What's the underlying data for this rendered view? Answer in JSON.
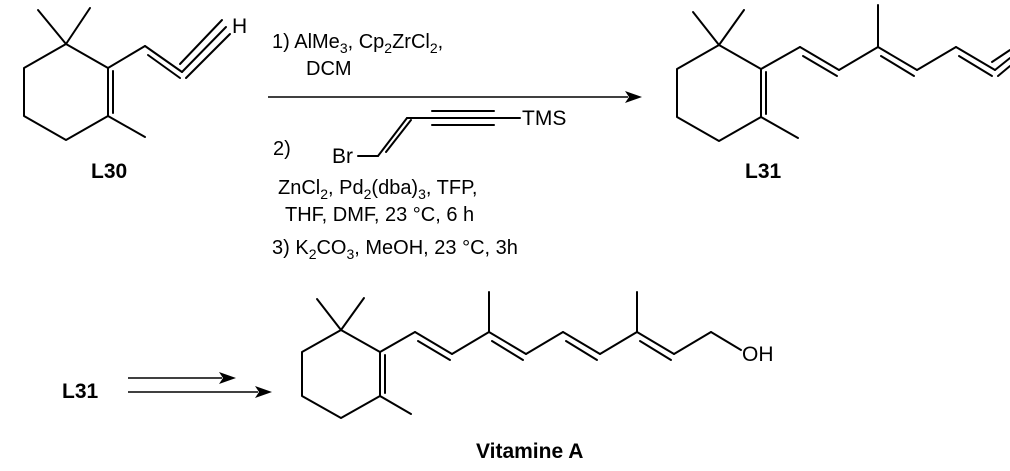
{
  "compounds": {
    "start": {
      "label": "L30",
      "terminal_atom": "H"
    },
    "intermediate": {
      "label": "L31"
    },
    "final": {
      "label": "Vitamine A",
      "terminal_group": "OH"
    },
    "reagent": {
      "left_atom": "Br",
      "right_group": "TMS"
    },
    "second_step_start": {
      "label": "L31"
    }
  },
  "conditions": {
    "step1": {
      "prefix": "1) AlMe",
      "sub1": "3",
      "mid": ", Cp",
      "sub2": "2",
      "tail": "ZrCl",
      "sub3": "2",
      "end": ","
    },
    "step1_solvent": "DCM",
    "step2_number": "2)",
    "step2_line1": {
      "a": "ZnCl",
      "a_sub": "2",
      "b": ", Pd",
      "b_sub": "2",
      "c": "(dba)",
      "c_sub": "3",
      "d": ", TFP,"
    },
    "step2_line2": "THF, DMF, 23 °C, 6 h",
    "step3": {
      "prefix": "3) K",
      "sub": "2",
      "mid": "CO",
      "sub2": "3",
      "end": ", MeOH, 23 °C, 3h"
    }
  }
}
